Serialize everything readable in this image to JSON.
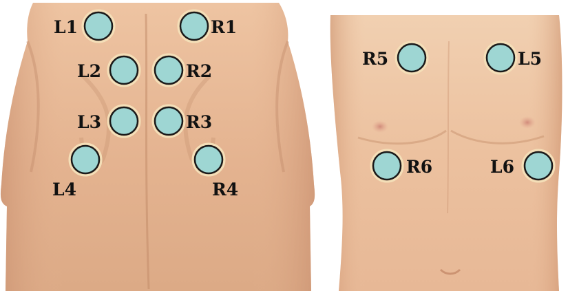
{
  "colors": {
    "background": "#ffffff",
    "skin_light": "#f0cba8",
    "skin_mid": "#e2ae88",
    "skin_shadow": "#c98f6a",
    "back_skin": "#e6b896",
    "point_fill": "#9ed6d3",
    "point_stroke": "#1a1a1a",
    "point_ring": "#f4dfb8",
    "label": "#111111"
  },
  "back_view": {
    "points": [
      {
        "id": "L1",
        "label": "L1"
      },
      {
        "id": "R1",
        "label": "R1"
      },
      {
        "id": "L2",
        "label": "L2"
      },
      {
        "id": "R2",
        "label": "R2"
      },
      {
        "id": "L3",
        "label": "L3"
      },
      {
        "id": "R3",
        "label": "R3"
      },
      {
        "id": "L4",
        "label": "L4"
      },
      {
        "id": "R4",
        "label": "R4"
      }
    ]
  },
  "front_view": {
    "points": [
      {
        "id": "R5",
        "label": "R5"
      },
      {
        "id": "L5",
        "label": "L5"
      },
      {
        "id": "R6",
        "label": "R6"
      },
      {
        "id": "L6",
        "label": "L6"
      }
    ]
  }
}
